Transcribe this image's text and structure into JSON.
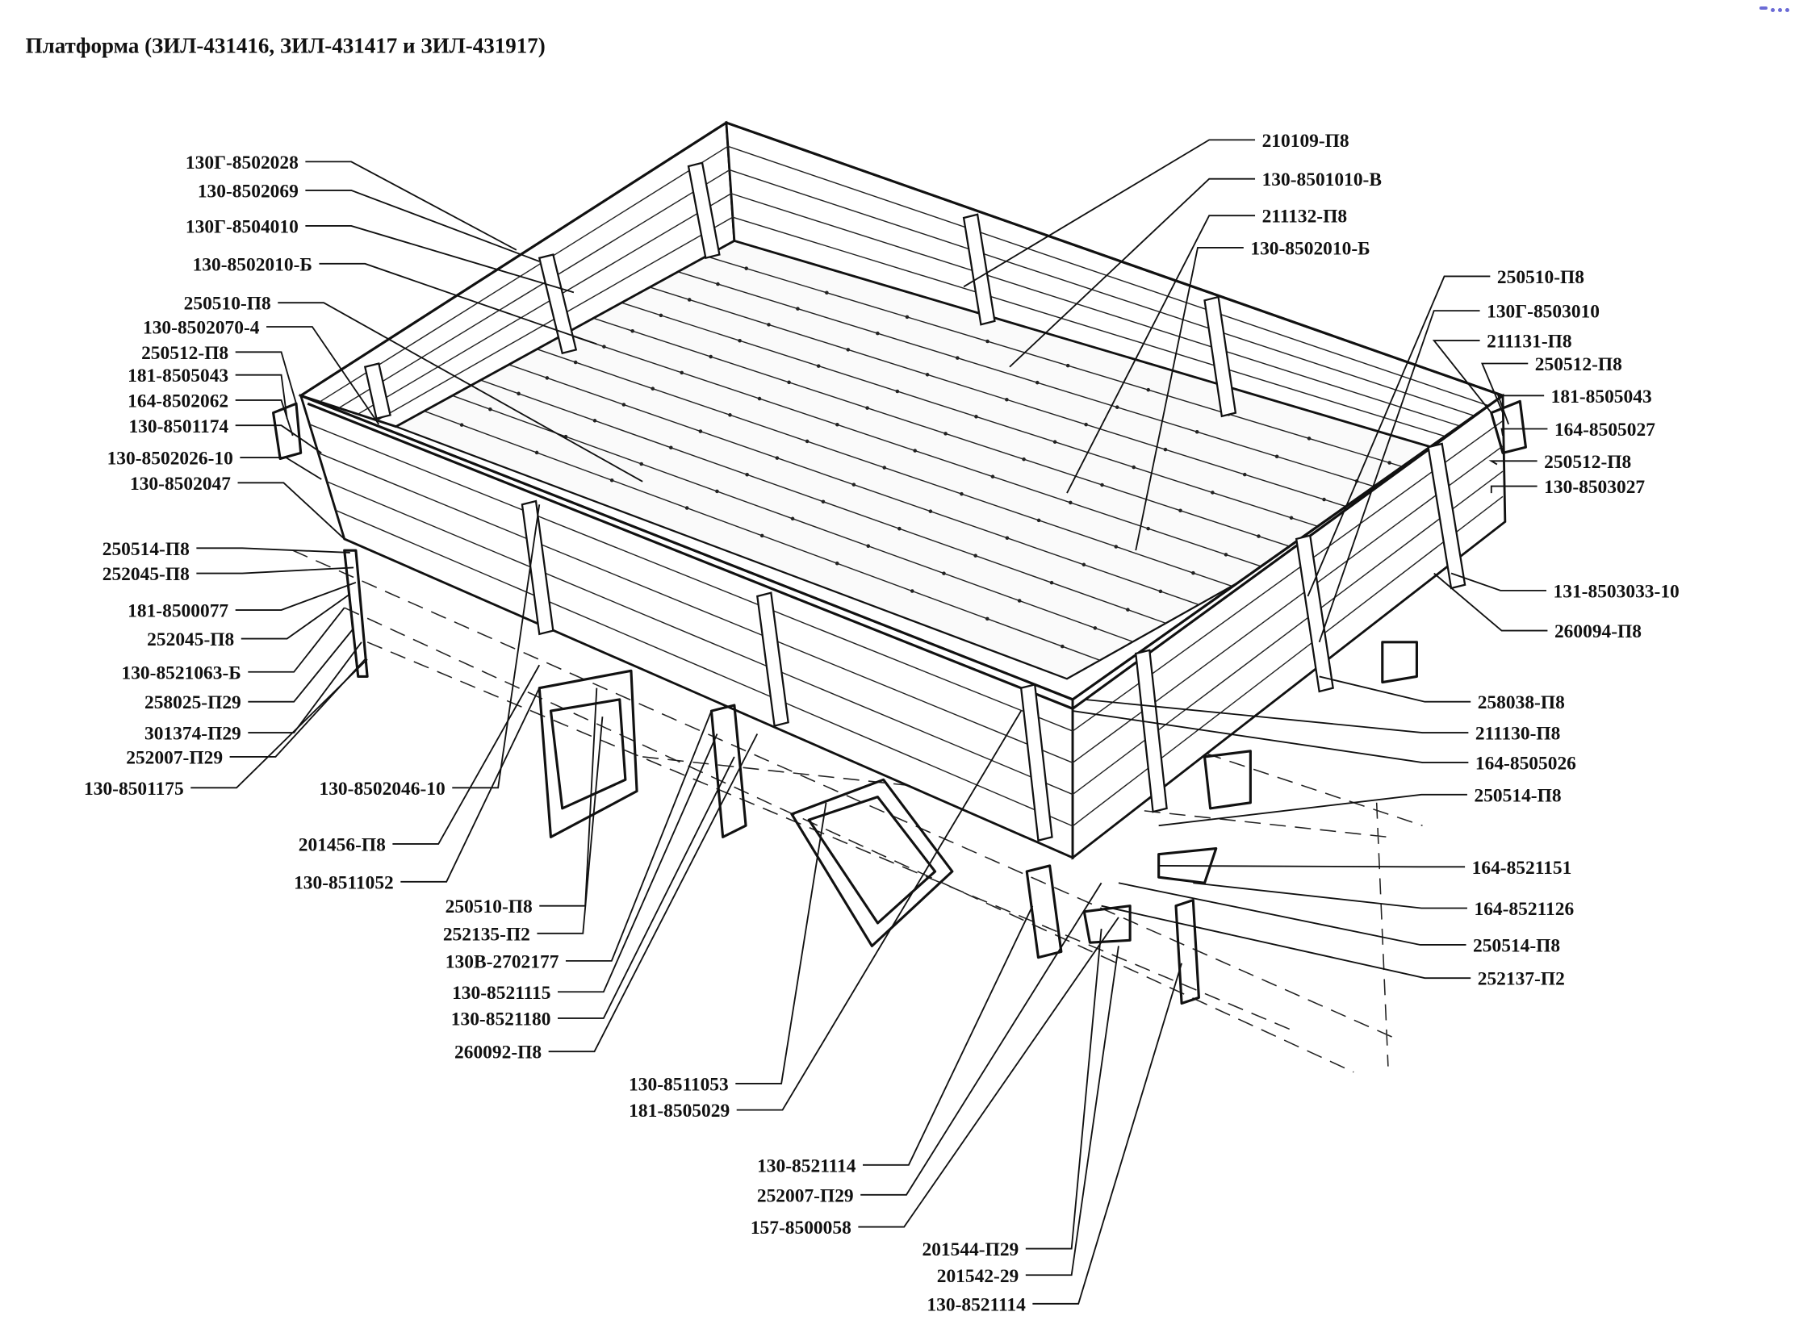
{
  "title": "Платформа (ЗИЛ-431416, ЗИЛ-431417 и ЗИЛ-431917)",
  "labels_left": [
    "130Г-8502028",
    "130-8502069",
    "130Г-8504010",
    "130-8502010-Б",
    "250510-П8",
    "130-8502070-4",
    "250512-П8",
    "181-8505043",
    "164-8502062",
    "130-8501174",
    "130-8502026-10",
    "130-8502047",
    "250514-П8",
    "252045-П8",
    "181-8500077",
    "252045-П8",
    "130-8521063-Б",
    "258025-П29",
    "301374-П29",
    "252007-П29",
    "130-8501175",
    "130-8502046-10",
    "201456-П8",
    "130-8511052",
    "250510-П8",
    "252135-П2",
    "130В-2702177",
    "130-8521115",
    "130-8521180",
    "260092-П8",
    "130-8511053",
    "181-8505029",
    "130-8521114",
    "252007-П29",
    "157-8500058",
    "201544-П29",
    "201542-29",
    "130-8521114"
  ],
  "labels_right": [
    "210109-П8",
    "130-8501010-В",
    "211132-П8",
    "130-8502010-Б",
    "250510-П8",
    "130Г-8503010",
    "211131-П8",
    "250512-П8",
    "181-8505043",
    "164-8505027",
    "250512-П8",
    "130-8503027",
    "131-8503033-10",
    "260094-П8",
    "258038-П8",
    "211130-П8",
    "164-8505026",
    "250514-П8",
    "164-8521151",
    "164-8521126",
    "250514-П8",
    "252137-П2"
  ],
  "colors": {
    "ink": "#111111",
    "corner_icon": "#6b6bd6"
  }
}
